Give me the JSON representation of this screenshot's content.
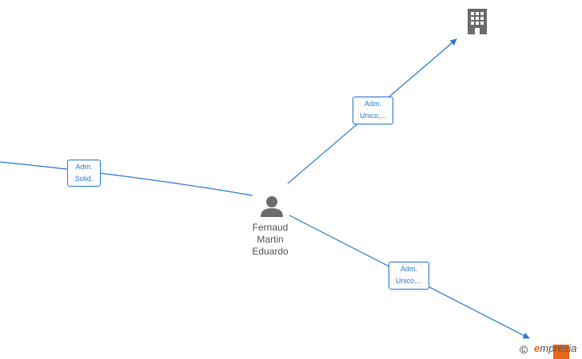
{
  "nodes": {
    "person": {
      "name_lines": [
        "Fernaud",
        "Martin",
        "Eduardo"
      ],
      "icon": "person-icon"
    },
    "company": {
      "icon": "building-icon"
    }
  },
  "edges": [
    {
      "id": "to-company",
      "label_lines": [
        "Adm.",
        "Unico,..."
      ]
    },
    {
      "id": "from-left",
      "label_lines": [
        "Adm.",
        "Solid."
      ]
    },
    {
      "id": "to-bottom-right",
      "label_lines": [
        "Adm.",
        "Unico,..."
      ]
    }
  ],
  "colors": {
    "edge": "#2e7bcf",
    "icon": "#6b6b6b",
    "brand": "#e8661a"
  },
  "footer": {
    "copyright": "©",
    "brand_initial": "e",
    "brand_rest": "mpresia"
  }
}
